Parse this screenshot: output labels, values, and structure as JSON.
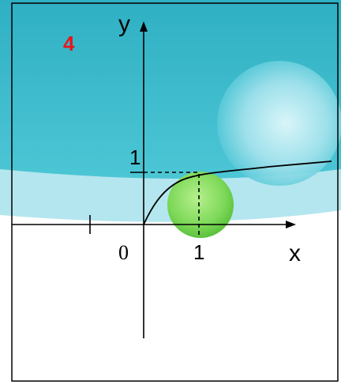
{
  "slide_number": "4",
  "axes": {
    "x_label": "x",
    "y_label": "y",
    "origin_label": "0",
    "x_tick_label": "1",
    "y_tick_label": "1"
  },
  "colors": {
    "background_top": "#3fbecf",
    "background_band": "#b4e6ef",
    "orb_blue": "#a8e4ee",
    "orb_green": "#7dd858",
    "curve": "#000000",
    "slide_number": "#e8141b"
  }
}
